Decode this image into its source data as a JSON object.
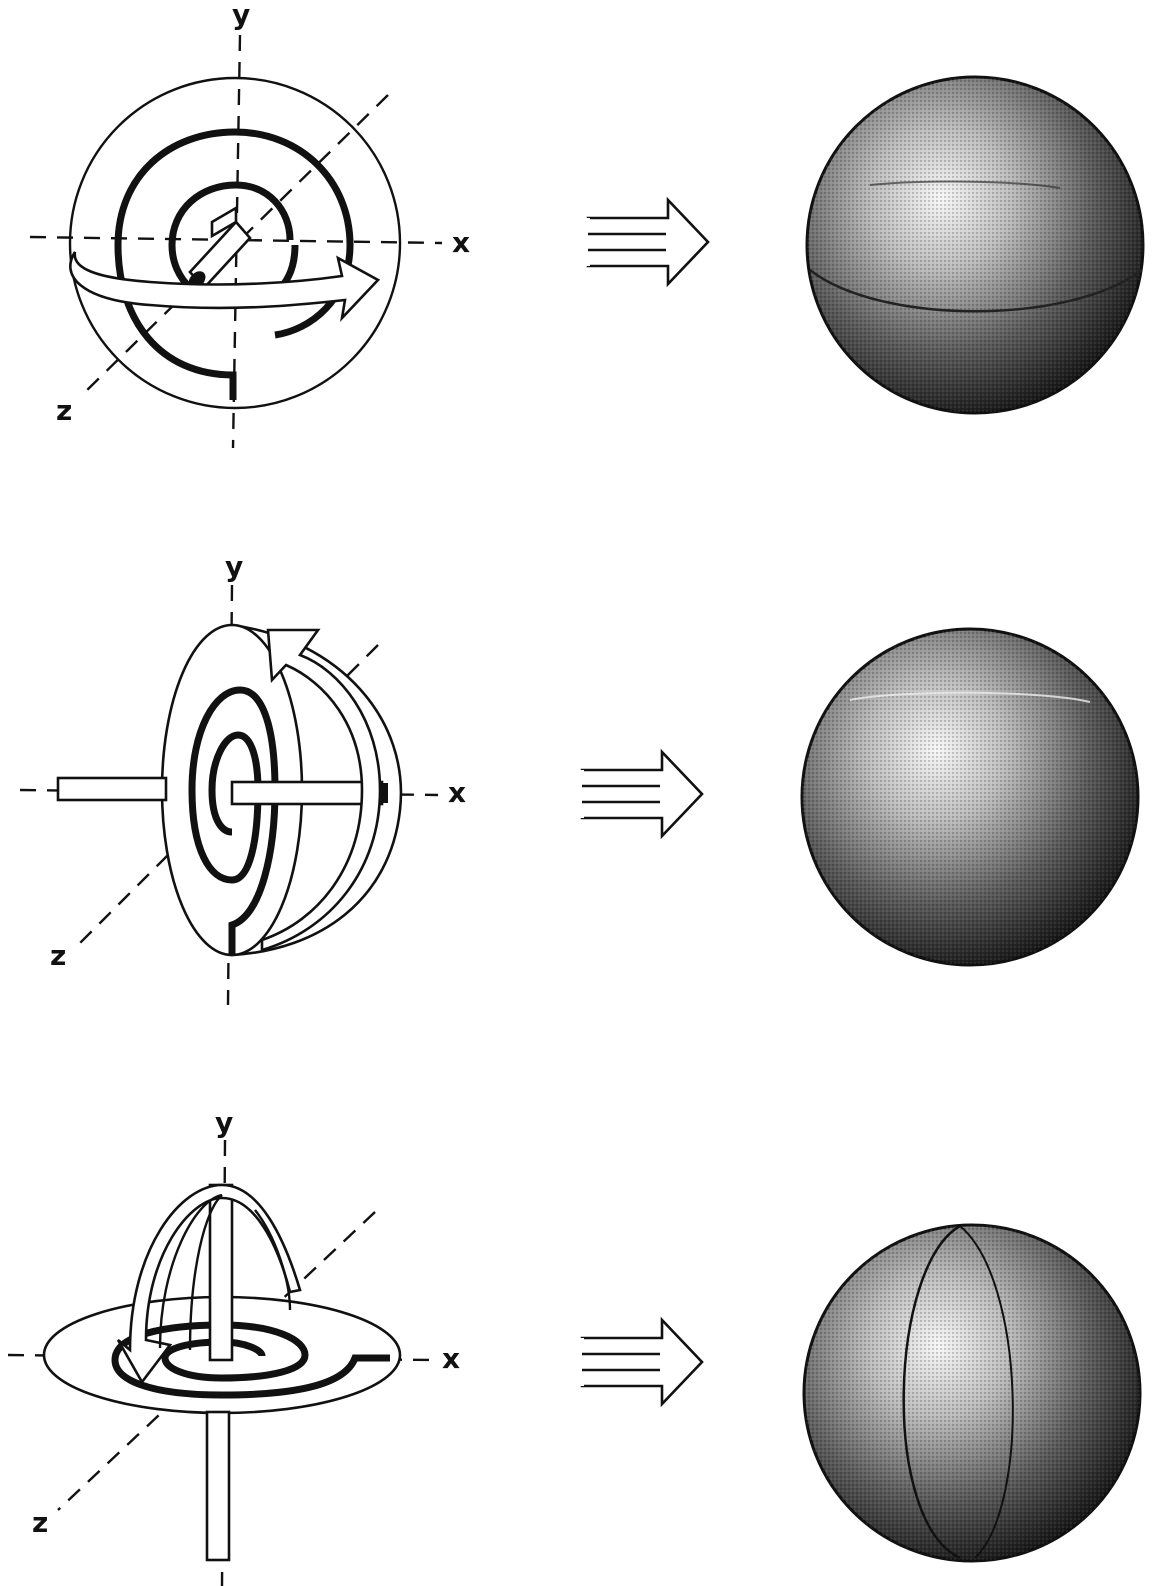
{
  "figure": {
    "panels": [
      {
        "id": "rotation-about-z",
        "axis_labels": {
          "x": "x",
          "y": "y",
          "z": "z"
        },
        "rotation_axis": "z",
        "result": "sphere with horizontal seam"
      },
      {
        "id": "rotation-about-x",
        "axis_labels": {
          "x": "x",
          "y": "y",
          "z": "z"
        },
        "rotation_axis": "x",
        "result": "sphere with horizontal seam near top"
      },
      {
        "id": "rotation-about-y",
        "axis_labels": {
          "x": "x",
          "y": "y",
          "z": "z"
        },
        "rotation_axis": "y",
        "result": "sphere with vertical meridian seams"
      }
    ],
    "arrow_icon": "double-arrow-right-icon",
    "colors": {
      "ink": "#111111",
      "background": "#ffffff"
    }
  }
}
